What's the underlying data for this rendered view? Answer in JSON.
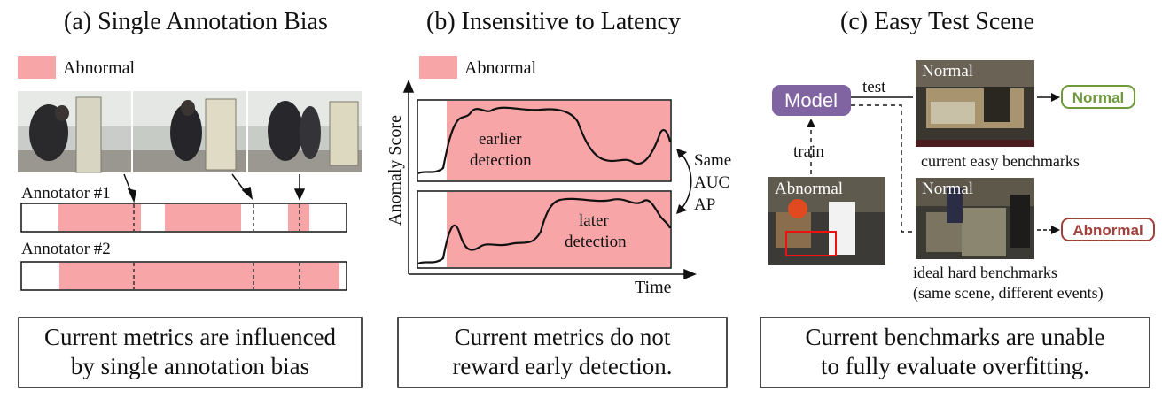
{
  "panel_a": {
    "title": "(a) Single Annotation Bias",
    "legend": "Abnormal",
    "annotator1": "Annotator #1",
    "annotator2": "Annotator #2",
    "caption_line1": "Current metrics are influenced",
    "caption_line2": "by single annotation bias"
  },
  "panel_b": {
    "title": "(b) Insensitive to Latency",
    "legend": "Abnormal",
    "ylabel": "Anomaly Score",
    "xlabel": "Time",
    "top_label_1": "earlier",
    "top_label_2": "detection",
    "bottom_label_1": "later",
    "bottom_label_2": "detection",
    "same_1": "Same",
    "same_2": "AUC",
    "same_3": "AP",
    "caption_line1": "Current metrics do not",
    "caption_line2": "reward early detection."
  },
  "panel_c": {
    "title": "(c) Easy Test Scene",
    "model": "Model",
    "test": "test",
    "train": "train",
    "abnormal_img_label": "Abnormal",
    "normal_img_label_1": "Normal",
    "normal_img_label_2": "Normal",
    "result_normal": "Normal",
    "result_abnormal": "Abnormal",
    "easy_caption": "current easy benchmarks",
    "hard_caption_1": "ideal hard benchmarks",
    "hard_caption_2": "(same scene, different events)",
    "caption_line1": "Current benchmarks are unable",
    "caption_line2": "to fully evaluate overfitting."
  },
  "colors": {
    "abnormal_fill": "#f8a5a8",
    "model_fill": "#8064a2",
    "normal_green": "#6e9a3a",
    "abnormal_red": "#a0403a"
  }
}
